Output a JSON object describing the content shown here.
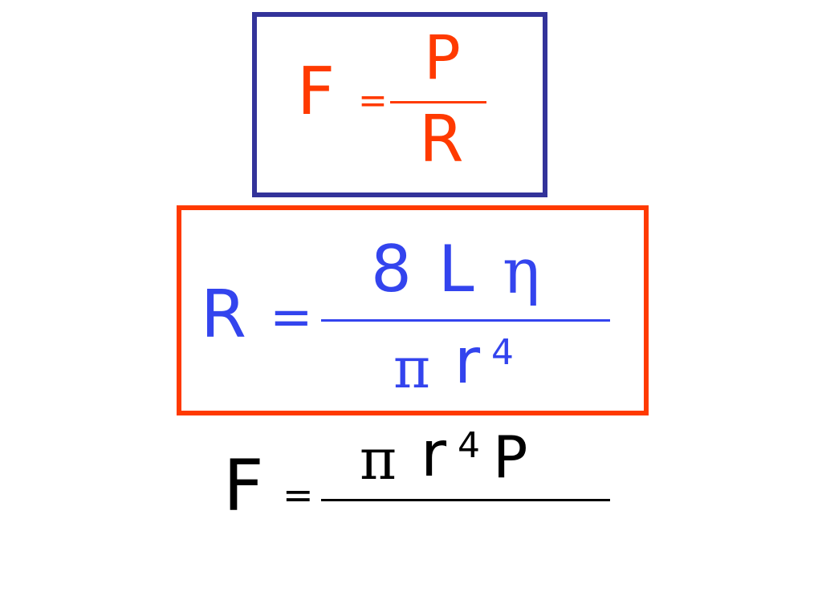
{
  "formula1": {
    "lhs": "F",
    "equals": "=",
    "numerator": "P",
    "denominator": "R",
    "color": "#ff3a00",
    "border_color": "#33339a"
  },
  "formula2": {
    "lhs": "R",
    "equals": "=",
    "numerator_parts": [
      "8",
      "L",
      "η"
    ],
    "denominator_pi": "π",
    "denominator_r": "r",
    "denominator_exp": "4",
    "color": "#3344ee",
    "border_color": "#ff3a00"
  },
  "formula3": {
    "lhs": "F",
    "equals": "=",
    "numerator_pi": "π",
    "numerator_r": "r",
    "numerator_exp": "4",
    "numerator_p": "P",
    "color": "#000000"
  }
}
